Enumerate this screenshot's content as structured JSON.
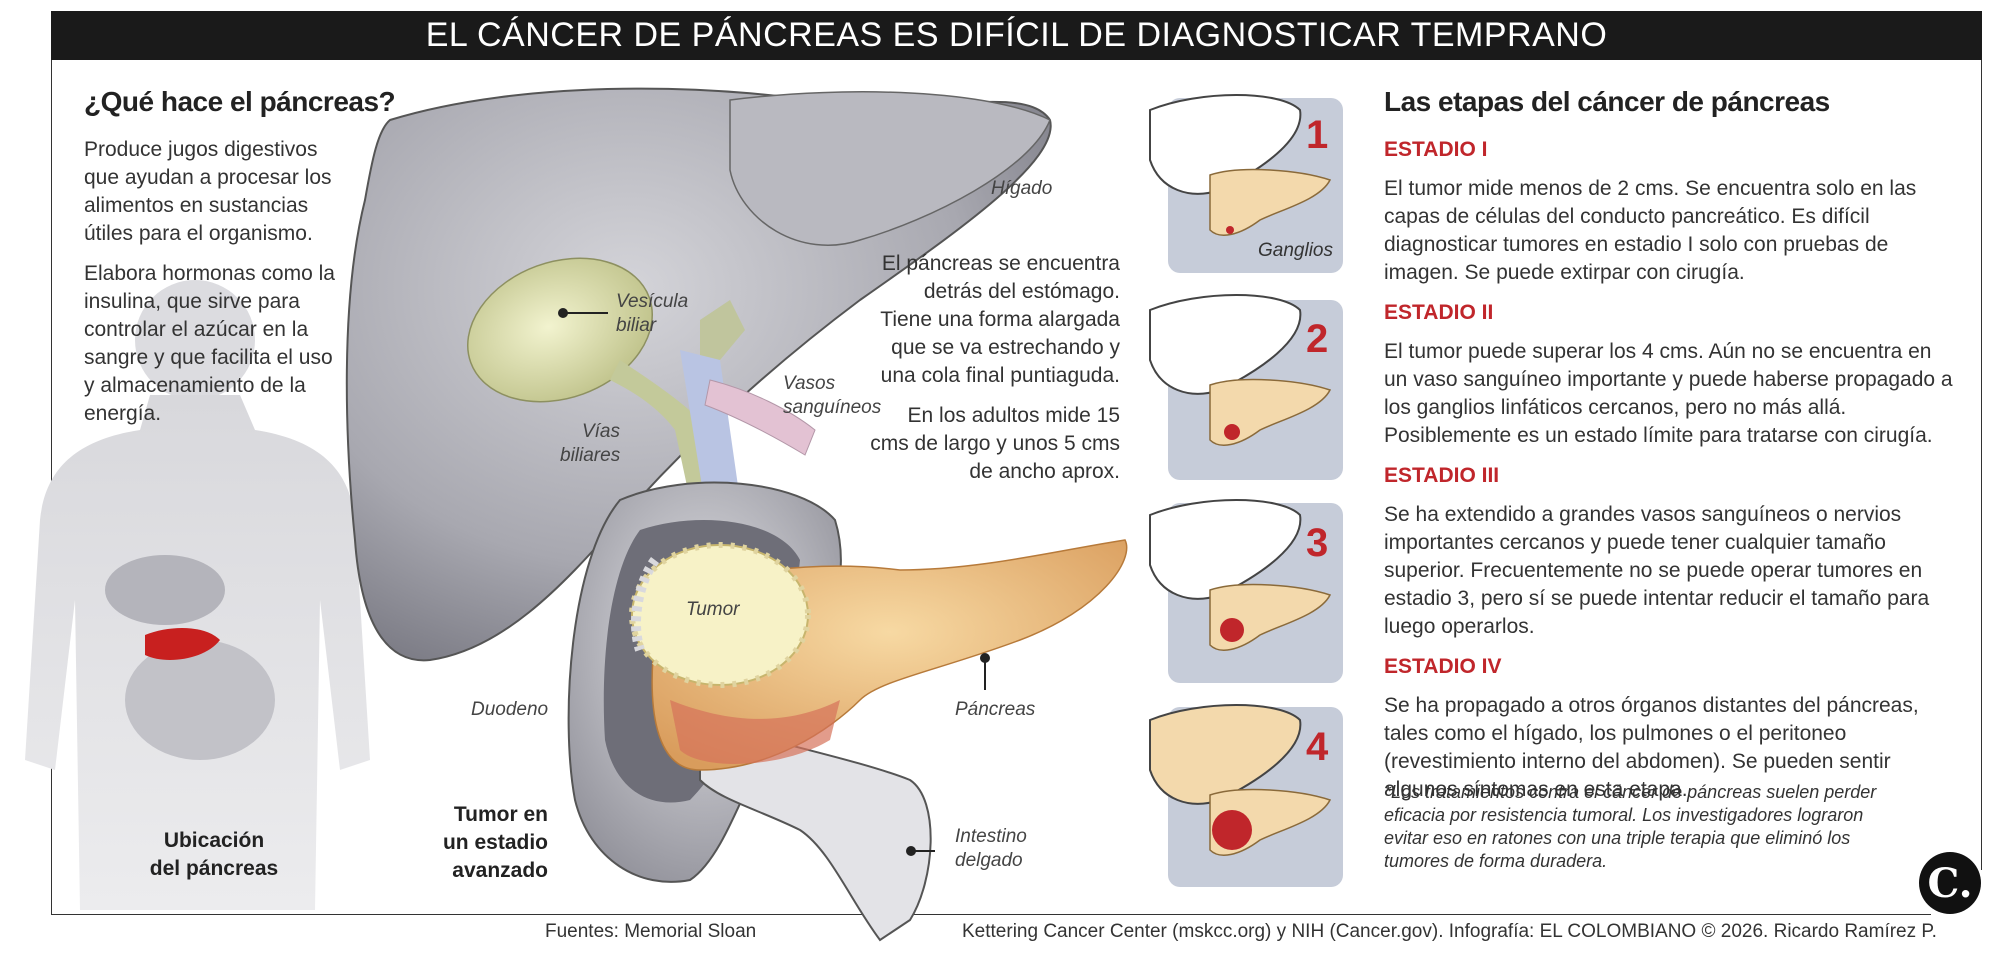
{
  "title": "EL CÁNCER DE PÁNCREAS ES DIFÍCIL DE DIAGNOSTICAR TEMPRANO",
  "left": {
    "heading": "¿Qué hace el páncreas?",
    "paragraphs": [
      "Produce jugos digestivos que ayudan a procesar los alimentos en sustancias útiles para el organismo.",
      "Elabora hormonas como la insulina, que sirve para controlar el azúcar en la sangre y que facilita el uso y almacenamiento de la energía."
    ],
    "location_caption_line1": "Ubicación",
    "location_caption_line2": "del páncreas"
  },
  "anatomy": {
    "higado": "Hígado",
    "vesicula_1": "Vesícula",
    "vesicula_2": "biliar",
    "vias_1": "Vías",
    "vias_2": "biliares",
    "vasos_1": "Vasos",
    "vasos_2": "sanguíneos",
    "tumor": "Tumor",
    "duodeno": "Duodeno",
    "pancreas": "Páncreas",
    "intestino_1": "Intestino",
    "intestino_2": "delgado",
    "caption_line1": "Tumor en",
    "caption_line2": "un estadio",
    "caption_line3": "avanzado",
    "description_1": "El páncreas se encuentra detrás del estómago. Tiene una forma alargada que se va estrechando y una cola final puntiaguda.",
    "description_2": "En los adultos mide 15 cms de largo y unos 5 cms de ancho aprox."
  },
  "stage_icons": {
    "numbers": [
      "1",
      "2",
      "3",
      "4"
    ],
    "ganglios_label": "Ganglios"
  },
  "stages": {
    "heading": "Las etapas del cáncer de páncreas",
    "items": [
      {
        "title": "ESTADIO I",
        "text": "El tumor mide menos de 2 cms. Se encuentra solo en las capas de células del conducto pancreático. Es difícil diagnosticar tumores en estadio I solo con pruebas de imagen. Se puede extirpar con cirugía."
      },
      {
        "title": "ESTADIO II",
        "text": "El tumor puede superar los 4 cms. Aún no se encuentra en un vaso sanguíneo importante y puede haberse propagado a los ganglios linfáticos cercanos, pero no más allá. Posiblemente es un estado límite para tratarse con cirugía."
      },
      {
        "title": "ESTADIO III",
        "text": "Se ha extendido a grandes vasos sanguíneos o nervios importantes cercanos y puede tener cualquier tamaño superior. Frecuentemente no se puede operar tumores en estadio 3, pero sí se puede intentar reducir el tamaño para luego operarlos."
      },
      {
        "title": "ESTADIO IV",
        "text": "Se ha propagado a otros órganos distantes del páncreas, tales como el hígado, los pulmones o el peritoneo (revestimiento interno del abdomen). Se pueden sentir algunos síntomas en esta etapa."
      }
    ],
    "footnote": "*Los tratamientos contra el cáncer de páncreas suelen perder eficacia por resistencia tumoral. Los investigadores lograron evitar eso en ratones con una triple terapia que eliminó los tumores de forma duradera."
  },
  "footer": {
    "source_left": "Fuentes: Memorial Sloan",
    "source_right": "Kettering Cancer Center (mskcc.org) y NIH (Cancer.gov). Infografía: EL COLOMBIANO © 2026. Ricardo Ramírez P.",
    "logo": "C."
  },
  "colors": {
    "accent_red": "#c0262b",
    "banner_bg": "#1a1a1a",
    "pancreas": "#f1c98a",
    "liver": "#9c9ca4",
    "stage_panel": "#c6ccd9"
  }
}
